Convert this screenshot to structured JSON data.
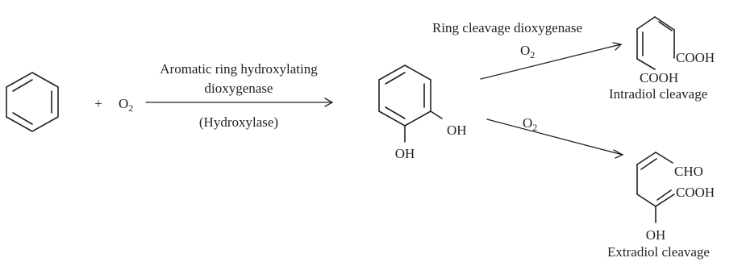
{
  "reactant": {
    "plus": "+",
    "oxygen": {
      "base": "O",
      "subscript": "2"
    }
  },
  "arrow_hydroxylation": {
    "label_line1": "Aromatic ring hydroxylating",
    "label_line2": "dioxygenase",
    "label_below": "(Hydroxylase)"
  },
  "catechol": {
    "oh_right": "OH",
    "oh_bottom": "OH"
  },
  "arrow_intradiol": {
    "enzyme_label": "Ring cleavage dioxygenase",
    "oxygen": {
      "base": "O",
      "subscript": "2"
    }
  },
  "arrow_extradiol": {
    "oxygen": {
      "base": "O",
      "subscript": "2"
    }
  },
  "intradiol_product": {
    "group_upper": "COOH",
    "group_lower": "COOH",
    "caption": "Intradiol cleavage"
  },
  "extradiol_product": {
    "group_aldehyde": "CHO",
    "group_acid": "COOH",
    "group_hydroxyl": "OH",
    "caption": "Extradiol cleavage"
  }
}
